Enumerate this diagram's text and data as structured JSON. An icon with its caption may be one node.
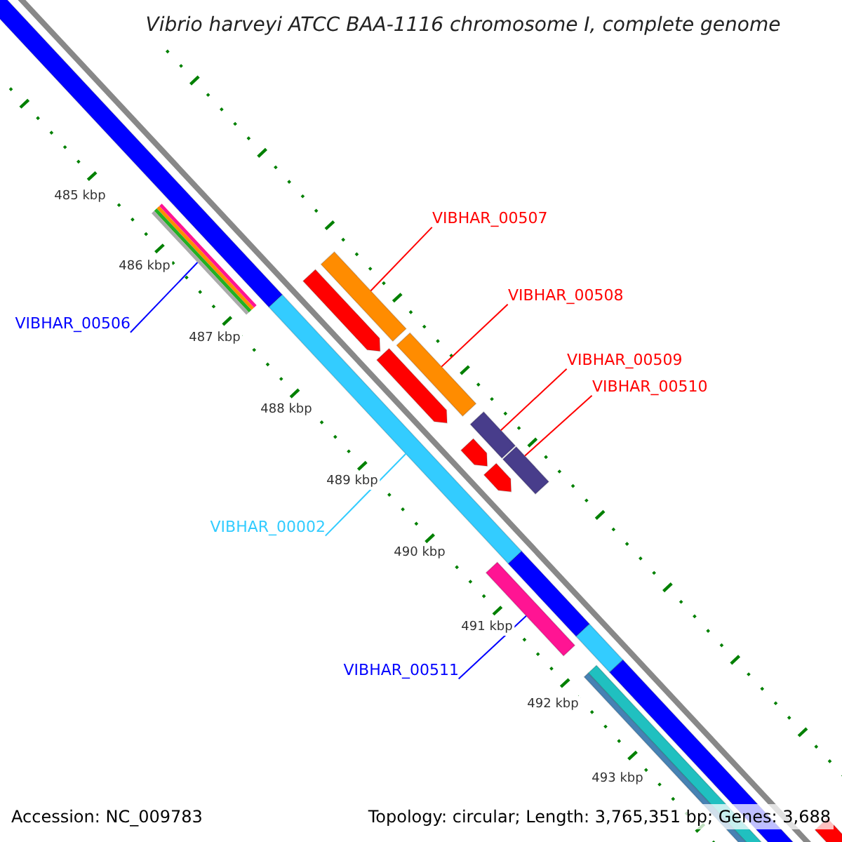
{
  "diagram": {
    "title": "Vibrio harveyi ATCC BAA-1116 chromosome I, complete genome",
    "nodes": [
      {
        "text": [
          "VIBHAR_00507"
        ]
      },
      {
        "text": [],
        "shape": "bar"
      },
      {
        "text": [
          "VIBHAR_00508"
        ]
      },
      {
        "text": [],
        "shape": "bar"
      },
      {
        "text": [
          "VIBHAR_00506"
        ]
      },
      {
        "text": [],
        "shape": "bar"
      },
      {
        "text": [
          "VIBHAR_00509"
        ]
      },
      {
        "text": [],
        "shape": "bar"
      },
      {
        "text": [
          "VIBHAR_00510"
        ]
      },
      {
        "text": [],
        "shape": "bar"
      },
      {
        "text": [
          "VIBHAR_00002"
        ]
      },
      {
        "text": [],
        "shape": "bar"
      },
      {
        "text": [
          "VIBHAR_00511"
        ]
      },
      {
        "text": [],
        "shape": "bar"
      }
    ],
    "edges": [
      {
        "from": 0,
        "to": 1,
        "arrow": "none"
      },
      {
        "from": 2,
        "to": 3,
        "arrow": "none"
      },
      {
        "from": 4,
        "to": 5,
        "arrow": "none",
        "color": "#0000ff"
      },
      {
        "from": 6,
        "to": 7,
        "arrow": "none"
      },
      {
        "from": 8,
        "to": 9,
        "arrow": "none"
      },
      {
        "from": 10,
        "to": 11,
        "arrow": "none",
        "color": "#33ccff"
      },
      {
        "from": 12,
        "to": 13,
        "arrow": "none",
        "color": "#0000ff"
      }
    ],
    "labels": [
      "485 kbp",
      "486 kbp",
      "487 kbp",
      "488 kbp",
      "489 kbp",
      "490 kbp",
      "491 kbp",
      "492 kbp",
      "493 kbp",
      "Accession: NC_009783",
      "Topology: circular; Length: 3,765,351 bp; Genes: 3,688"
    ]
  }
}
